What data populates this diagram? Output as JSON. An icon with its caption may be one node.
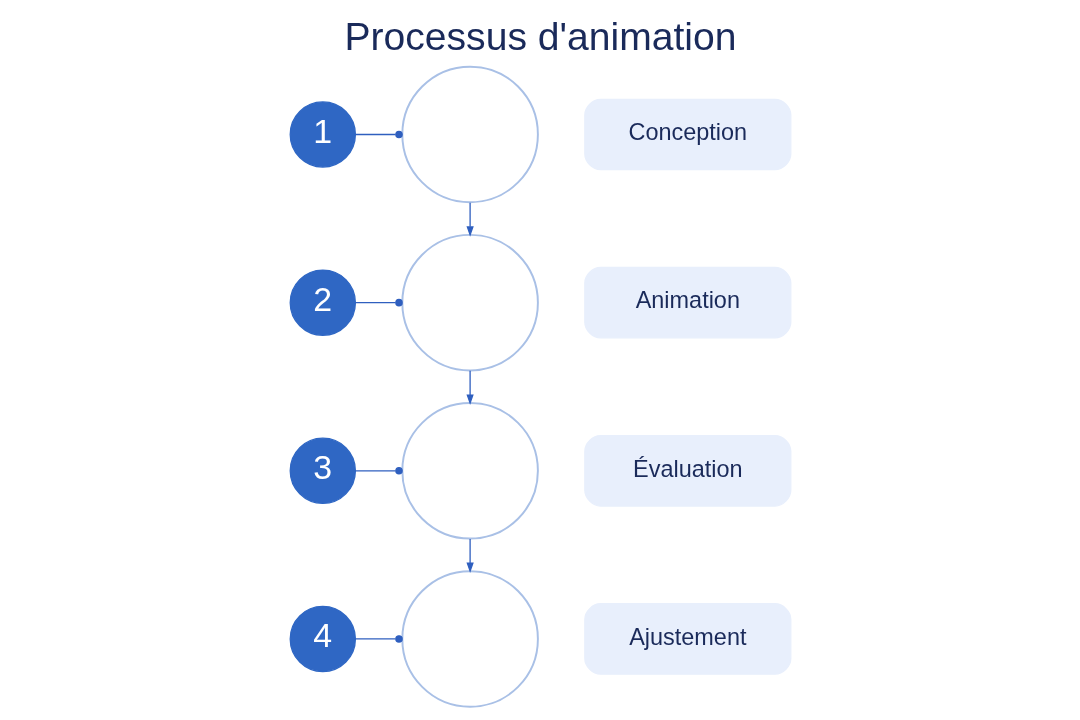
{
  "diagram": {
    "title": "Processus d'animation",
    "nodes": [
      {
        "text": [
          "1"
        ]
      },
      {
        "text": [],
        "shape": "circle"
      },
      {
        "text": [
          "Conception"
        ]
      },
      {
        "text": [
          "2"
        ]
      },
      {
        "text": [],
        "shape": "circle"
      },
      {
        "text": [
          "Animation"
        ]
      },
      {
        "text": [
          "3"
        ]
      },
      {
        "text": [],
        "shape": "circle"
      },
      {
        "text": [
          "Évaluation"
        ]
      },
      {
        "text": [
          "4"
        ]
      },
      {
        "text": [],
        "shape": "circle"
      },
      {
        "text": [
          "Ajustement"
        ]
      }
    ],
    "edges": [
      {
        "from": 0,
        "to": 1,
        "arrow": "other"
      },
      {
        "from": 3,
        "to": 4,
        "arrow": "other"
      },
      {
        "from": 6,
        "to": 7,
        "arrow": "other"
      },
      {
        "from": 9,
        "to": 10,
        "arrow": "other"
      },
      {
        "from": 1,
        "to": 4,
        "arrow": "to"
      },
      {
        "from": 4,
        "to": 7,
        "arrow": "to"
      },
      {
        "from": 7,
        "to": 10,
        "arrow": "to"
      }
    ]
  }
}
